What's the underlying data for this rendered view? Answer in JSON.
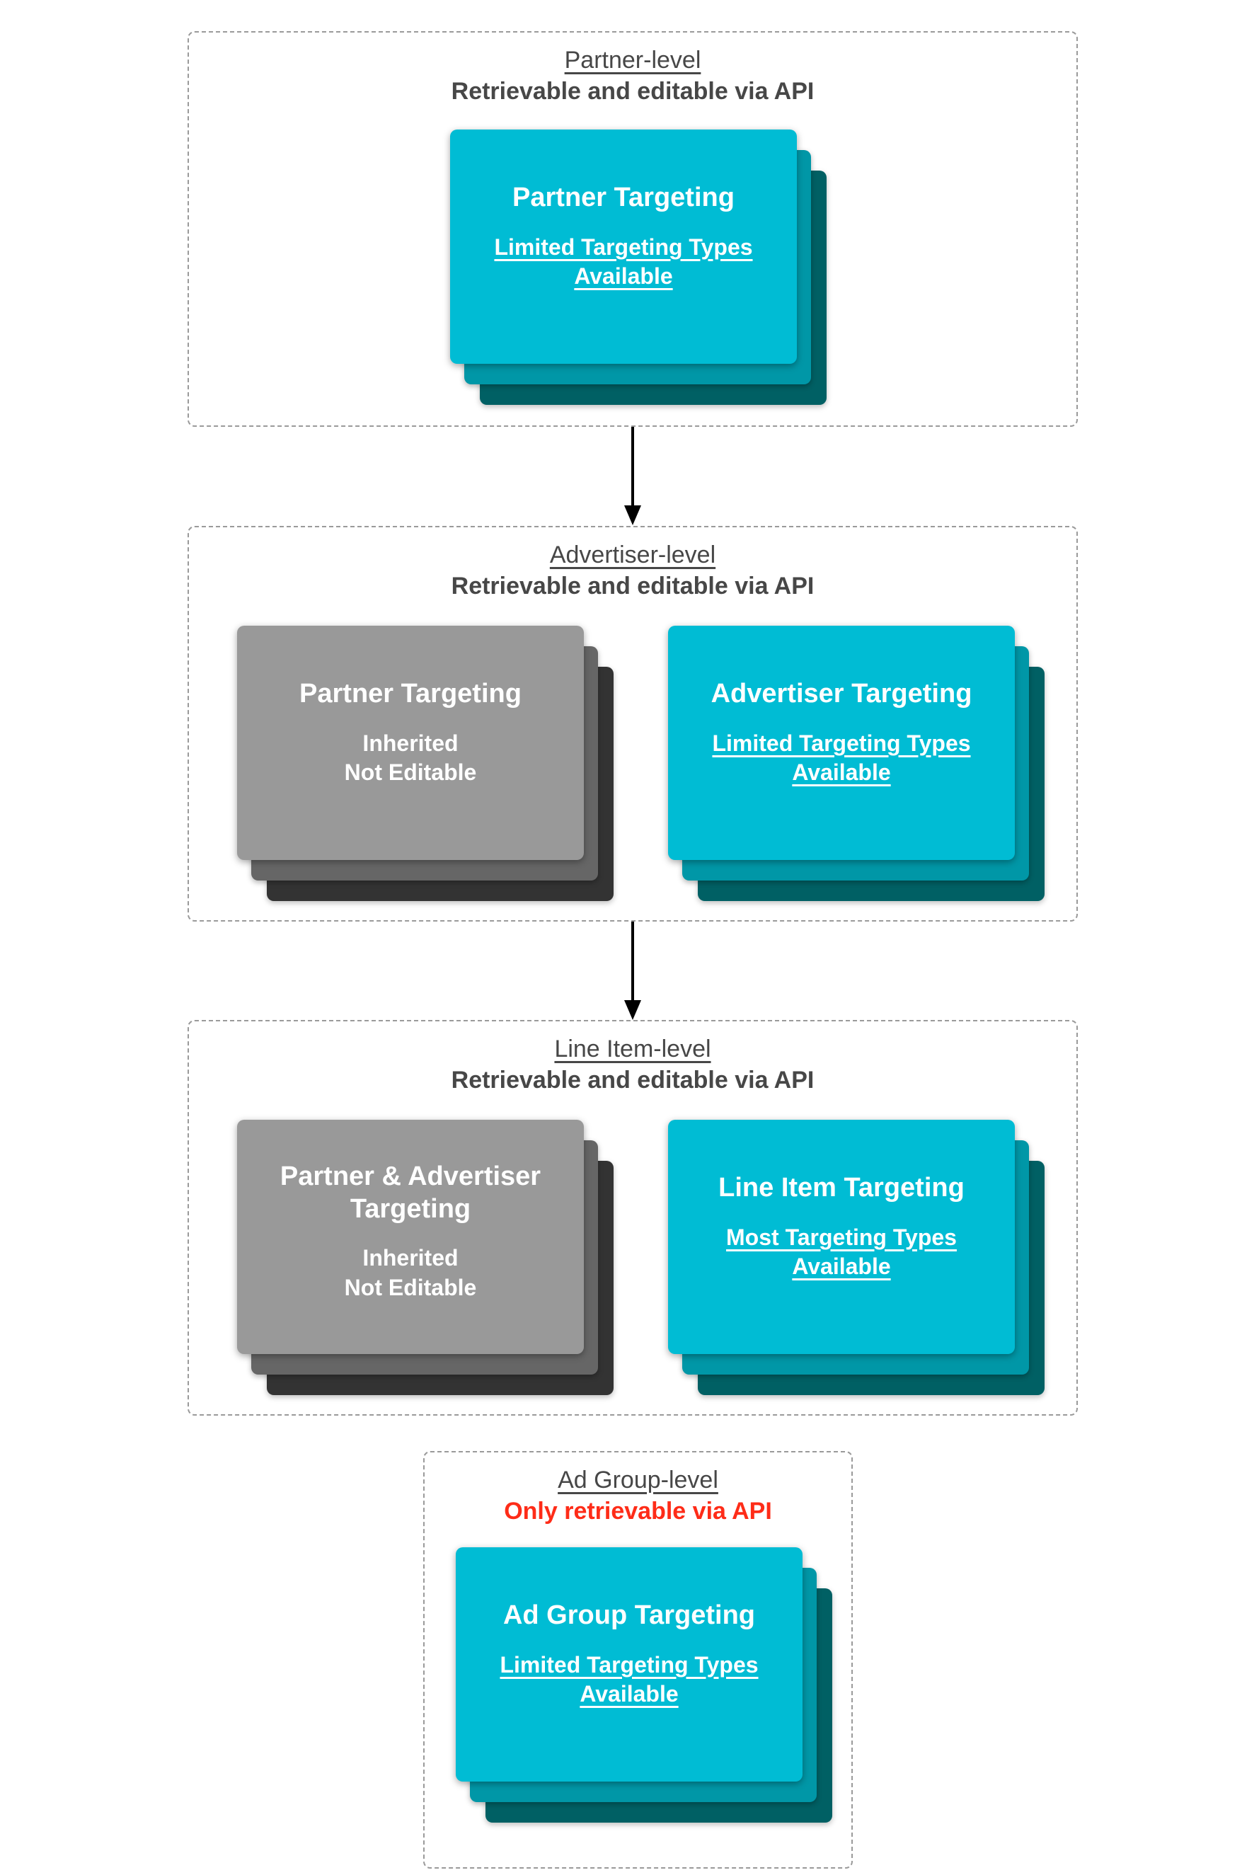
{
  "palette": {
    "teal_front": "#00bcd4",
    "teal_mid": "#0097a7",
    "teal_back": "#006064",
    "gray_front": "#999999",
    "gray_mid": "#666666",
    "gray_back": "#333333",
    "heading": "#474747",
    "red": "#fe2c18",
    "border": "#9a9a9a",
    "arrow": "#000000"
  },
  "sections": [
    {
      "title": "Partner-level",
      "subtitle": "Retrievable and editable via API",
      "cards": [
        {
          "variant": "teal",
          "title": "Partner Targeting",
          "subtitle_lines": [
            "Limited Targeting Types",
            "Available"
          ]
        }
      ]
    },
    {
      "title": "Advertiser-level",
      "subtitle": "Retrievable and editable via API",
      "cards": [
        {
          "variant": "gray",
          "title": "Partner Targeting",
          "subtitle_lines": [
            "Inherited",
            "Not Editable"
          ]
        },
        {
          "variant": "teal",
          "title": "Advertiser Targeting",
          "subtitle_lines": [
            "Limited Targeting Types",
            "Available"
          ]
        }
      ]
    },
    {
      "title": "Line Item-level",
      "subtitle": "Retrievable and editable via API",
      "cards": [
        {
          "variant": "gray",
          "title": "Partner & Advertiser Targeting",
          "subtitle_lines": [
            "Inherited",
            "Not Editable"
          ]
        },
        {
          "variant": "teal",
          "title": "Line Item Targeting",
          "subtitle_lines": [
            "Most Targeting Types",
            "Available"
          ]
        }
      ]
    },
    {
      "title": "Ad Group-level",
      "subtitle": "Only retrievable via API",
      "cards": [
        {
          "variant": "teal",
          "title": "Ad Group Targeting",
          "subtitle_lines": [
            "Limited Targeting Types",
            "Available"
          ]
        }
      ]
    }
  ]
}
